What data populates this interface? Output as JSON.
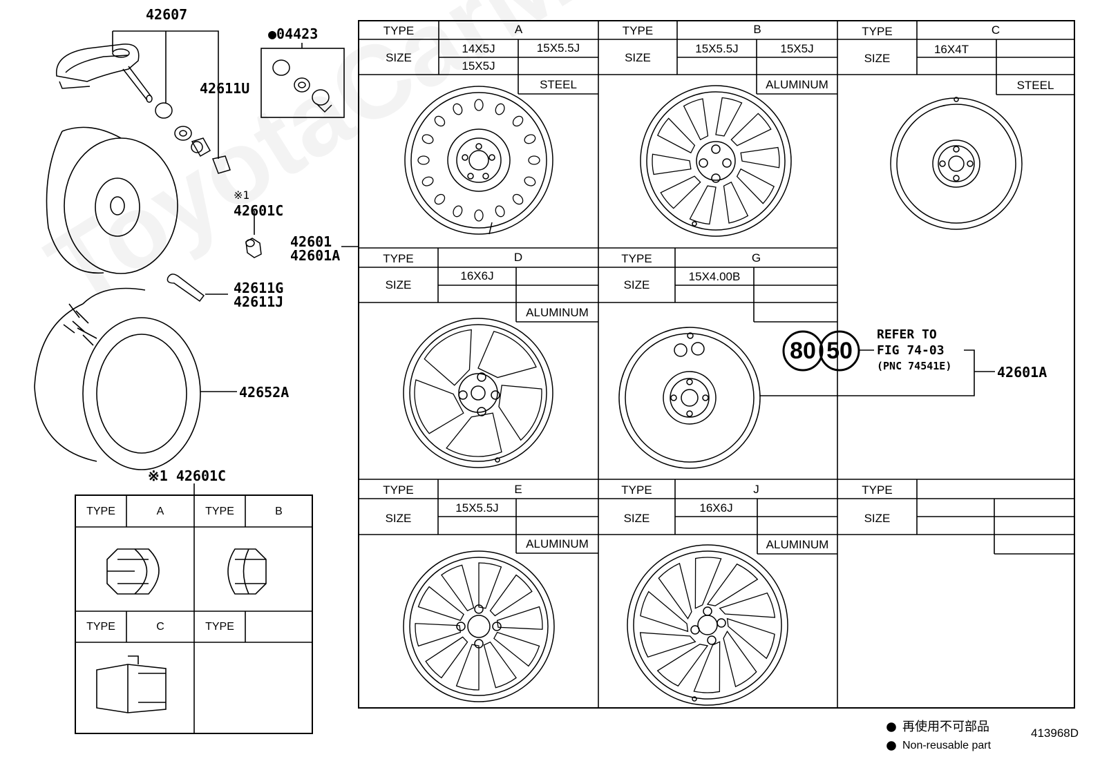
{
  "watermark": "ToyotaCarMaster",
  "callouts": {
    "sensor": "42607",
    "seal_kit": "●04423",
    "valve_cap": "42611U",
    "nut_note": "※1",
    "nut": "42601C",
    "wheel_a": "42601",
    "wheel_b": "42601A",
    "valve_g": "42611G",
    "valve_j": "42611J",
    "tire": "42652A",
    "nut_table_title": "※1 42601C",
    "spare_ref": "42601A"
  },
  "refer": {
    "badge_80": "80",
    "badge_50": "50",
    "line1": "REFER TO",
    "line2": "FIG 74-03",
    "line3": "(PNC 74541E)"
  },
  "labels": {
    "type": "TYPE",
    "size": "SIZE"
  },
  "wheels": {
    "A": {
      "type": "A",
      "size1": "14X5J",
      "size2": "15X5.5J",
      "size3": "15X5J",
      "material": "STEEL"
    },
    "B": {
      "type": "B",
      "size1": "15X5.5J",
      "size2": "15X5J",
      "material": "ALUMINUM"
    },
    "C": {
      "type": "C",
      "size1": "16X4T",
      "material": "STEEL"
    },
    "D": {
      "type": "D",
      "size1": "16X6J",
      "material": "ALUMINUM"
    },
    "G": {
      "type": "G",
      "size1": "15X4.00B"
    },
    "E": {
      "type": "E",
      "size1": "15X5.5J",
      "material": "ALUMINUM"
    },
    "J": {
      "type": "J",
      "size1": "16X6J",
      "material": "ALUMINUM"
    }
  },
  "nuts": {
    "A": "A",
    "B": "B",
    "C": "C"
  },
  "legend": {
    "jp": "再使用不可部品",
    "en": "Non-reusable part",
    "dot": "●"
  },
  "figure_id": "413968D"
}
